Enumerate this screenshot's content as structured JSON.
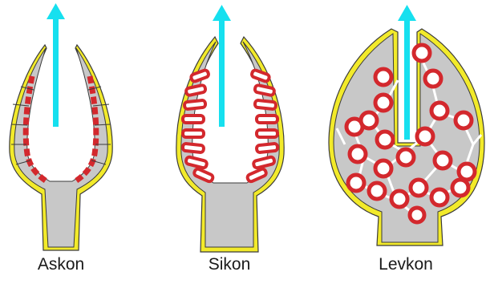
{
  "diagram": {
    "types": [
      {
        "name": "Askon"
      },
      {
        "name": "Sikon"
      },
      {
        "name": "Levkon"
      }
    ]
  },
  "colors": {
    "arrow": "#16e0ef",
    "body_fill": "#c8c8c8",
    "outline": "#3a3a3a",
    "pinacoderm": "#f2ea2a",
    "choanocyte": "#d3282d",
    "canal": "#ffffff"
  },
  "icons": [
    "water-flow-arrow"
  ]
}
